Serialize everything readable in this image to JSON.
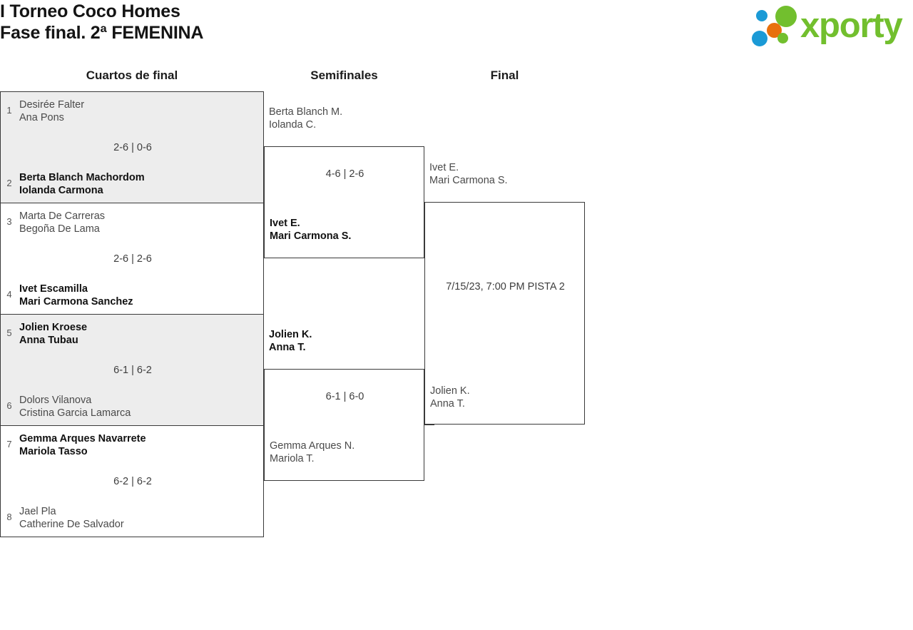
{
  "header": {
    "title_line1": "I Torneo Coco Homes",
    "title_line2": "Fase final. 2ª FEMENINA",
    "logo_text": "xporty",
    "logo_colors": {
      "green": "#72bf2e",
      "blue": "#1b9ad6",
      "orange": "#e8700d"
    }
  },
  "rounds": [
    {
      "id": "quarterfinals",
      "label": "Cuartos de final"
    },
    {
      "id": "semifinals",
      "label": "Semifinales"
    },
    {
      "id": "final",
      "label": "Final"
    }
  ],
  "quarterfinals": [
    {
      "top": {
        "seed": "1",
        "player1": "Desirée Falter",
        "player2": "Ana Pons",
        "winner": false
      },
      "bottom": {
        "seed": "2",
        "player1": "Berta Blanch Machordom",
        "player2": "Iolanda Carmona",
        "winner": true
      },
      "score": "2-6 | 0-6"
    },
    {
      "top": {
        "seed": "3",
        "player1": "Marta De Carreras",
        "player2": "Begoña De Lama",
        "winner": false
      },
      "bottom": {
        "seed": "4",
        "player1": "Ivet Escamilla",
        "player2": "Mari Carmona Sanchez",
        "winner": true
      },
      "score": "2-6 | 2-6"
    },
    {
      "top": {
        "seed": "5",
        "player1": "Jolien Kroese",
        "player2": "Anna Tubau",
        "winner": true
      },
      "bottom": {
        "seed": "6",
        "player1": "Dolors Vilanova",
        "player2": "Cristina Garcia Lamarca",
        "winner": false
      },
      "score": "6-1 | 6-2"
    },
    {
      "top": {
        "seed": "7",
        "player1": "Gemma Arques Navarrete",
        "player2": "Mariola Tasso",
        "winner": true
      },
      "bottom": {
        "seed": "8",
        "player1": "Jael Pla",
        "player2": "Catherine De Salvador",
        "winner": false
      },
      "score": "6-2 | 6-2"
    }
  ],
  "semifinals": [
    {
      "top": {
        "player1": "Berta Blanch M.",
        "player2": "Iolanda C.",
        "winner": false
      },
      "bottom": {
        "player1": "Ivet E.",
        "player2": "Mari Carmona S.",
        "winner": true
      },
      "score": "4-6 | 2-6"
    },
    {
      "top": {
        "player1": "Jolien K.",
        "player2": "Anna T.",
        "winner": true
      },
      "bottom": {
        "player1": "Gemma Arques N.",
        "player2": "Mariola T.",
        "winner": false
      },
      "score": "6-1 | 6-0"
    }
  ],
  "final": {
    "top": {
      "player1": "Ivet E.",
      "player2": "Mari Carmona S.",
      "winner": false
    },
    "bottom": {
      "player1": "Jolien K.",
      "player2": "Anna T.",
      "winner": false
    },
    "score": "7/15/23, 7:00 PM PISTA 2"
  }
}
